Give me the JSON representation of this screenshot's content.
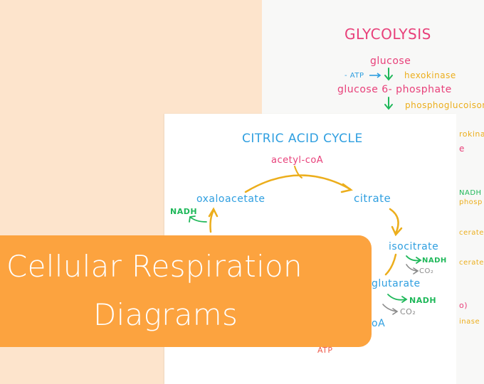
{
  "glycolysis": {
    "title": "GLYCOLYSIS",
    "glucose": "glucose",
    "minus_atp": "- ATP",
    "hexokinase": "hexokinase",
    "glucose_6_phosphate": "glucose 6- phosphate",
    "phosphoglucoisomerase": "phosphoglucoisom",
    "right_edge": [
      "rokina",
      "e",
      "NADH",
      "phosp",
      "cerate",
      "cerate",
      "o)",
      "inase"
    ]
  },
  "citric_acid_cycle": {
    "title": "CITRIC ACID CYCLE",
    "acetyl_coa": "acetyl-coA",
    "citrate": "citrate",
    "oxaloacetate": "oxaloacetate",
    "nadh_left": "NADH",
    "isocitrate": "isocitrate",
    "nadh_1": "NADH",
    "co2_1": "CO₂",
    "alpha_ketoglutarate": "glutarate",
    "nadh_2": "NADH",
    "co2_2": "CO₂",
    "succinyl_coa_fragment": "oA",
    "atp": "ATP"
  },
  "banner": {
    "line1": "Cellular Respiration",
    "line2": "Diagrams",
    "bg_color": "#fca33f"
  }
}
